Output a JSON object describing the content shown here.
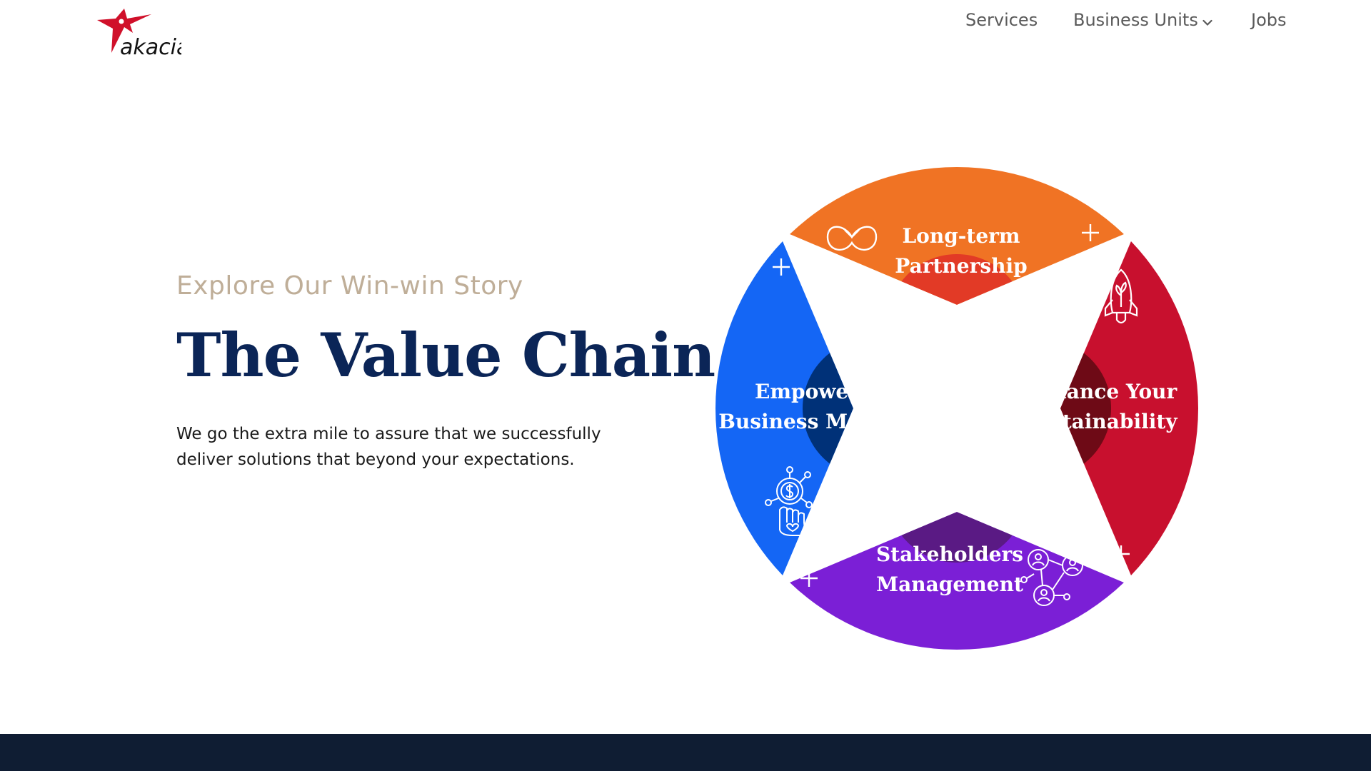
{
  "brand": {
    "name": "akacia",
    "color_primary": "#d0102a",
    "color_text": "#111111"
  },
  "nav": {
    "items": [
      {
        "label": "Services"
      },
      {
        "label": "Business Units",
        "has_dropdown": true
      },
      {
        "label": "Jobs"
      }
    ]
  },
  "hero": {
    "eyebrow": "Explore Our Win-win Story",
    "title": "The Value Chain",
    "description": "We go the extra mile to assure that we successfully deliver solutions that beyond your expectations."
  },
  "value_chain": {
    "segments": [
      {
        "key": "top",
        "line1": "Long-term",
        "line2": "Partnership",
        "color": "#f07324",
        "inner_color": "#e23a26",
        "icon": "partnership-infinity-hearts-icon"
      },
      {
        "key": "right",
        "line1": "Enhance Your",
        "line2": "Sustainability",
        "color": "#c8102e",
        "inner_color": "#6e0a16",
        "icon": "rocket-plant-icon"
      },
      {
        "key": "bottom",
        "line1": "Stakeholders",
        "line2": "Management",
        "color": "#7b1fd6",
        "inner_color": "#5a1a84",
        "icon": "people-network-icon"
      },
      {
        "key": "left",
        "line1": "Empower",
        "line2": "Business Model",
        "color": "#1466f5",
        "inner_color": "#003178",
        "icon": "money-hand-network-icon"
      }
    ]
  },
  "footer": {
    "color": "#0f1d33"
  }
}
